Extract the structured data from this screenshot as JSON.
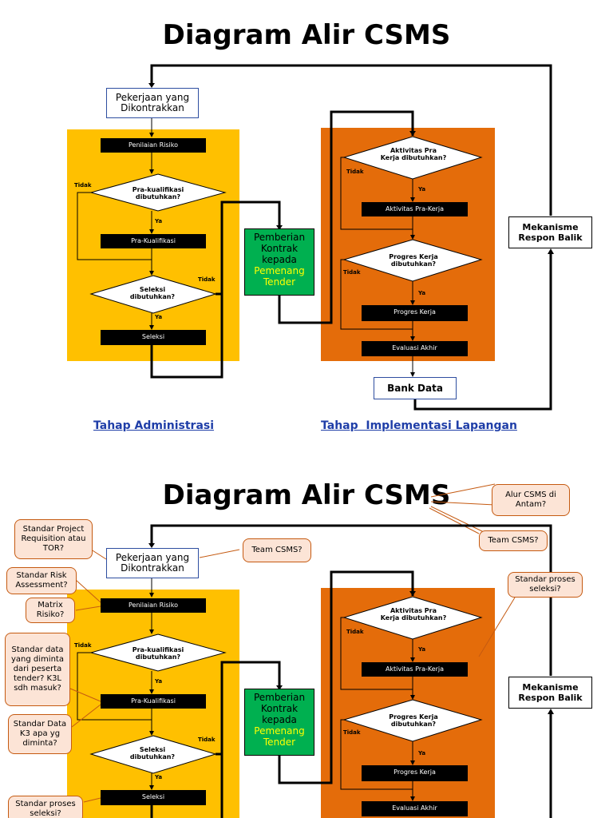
{
  "title": "Diagram Alir CSMS",
  "nodes": {
    "pekerjaan": "Pekerjaan yang Dikontrakkan",
    "penilaian": "Penilaian Risiko",
    "prakualifikasi_q": "Pra-kualifikasi dibutuhkan?",
    "prakualifikasi": "Pra-Kualifikasi",
    "seleksi_q": "Seleksi dibutuhkan?",
    "seleksi": "Seleksi",
    "pemberian_l1": "Pemberian Kontrak kepada",
    "pemberian_l2": "Pemenang Tender",
    "aktivitas_q": "Aktivitas Pra Kerja dibutuhkan?",
    "aktivitas": "Aktivitas Pra-Kerja",
    "progres_q": "Progres Kerja dibutuhkan?",
    "progres": "Progres Kerja",
    "evaluasi": "Evaluasi Akhir",
    "bank": "Bank Data",
    "mekanisme": "Mekanisme Respon Balik"
  },
  "edge_labels": {
    "tidak": "Tidak",
    "ya": "Ya"
  },
  "stages": {
    "admin": "Tahap Administrasi",
    "impl": "Tahap  Implementasi Lapangan"
  },
  "callouts": {
    "alur": "Alur CSMS di Antam?",
    "team_top": "Team CSMS?",
    "team_left": "Team CSMS?",
    "standar_project": "Standar Project Requisition atau TOR?",
    "standar_risk": "Standar Risk Assessment?",
    "matrix": "Matrix Risiko?",
    "standar_data": "Standar data yang diminta dari peserta tender? K3L sdh masuk?",
    "standar_k3": "Standar Data K3 apa yg diminta?",
    "standar_seleksi_right": "Standar proses seleksi?",
    "standar_seleksi_left": "Standar proses seleksi?"
  },
  "colors": {
    "admin_panel": "#ffc000",
    "impl_panel": "#e46c0a",
    "award_box": "#00b050",
    "stage_text": "#1f3ea8",
    "callout_fill": "#fce4d6"
  }
}
